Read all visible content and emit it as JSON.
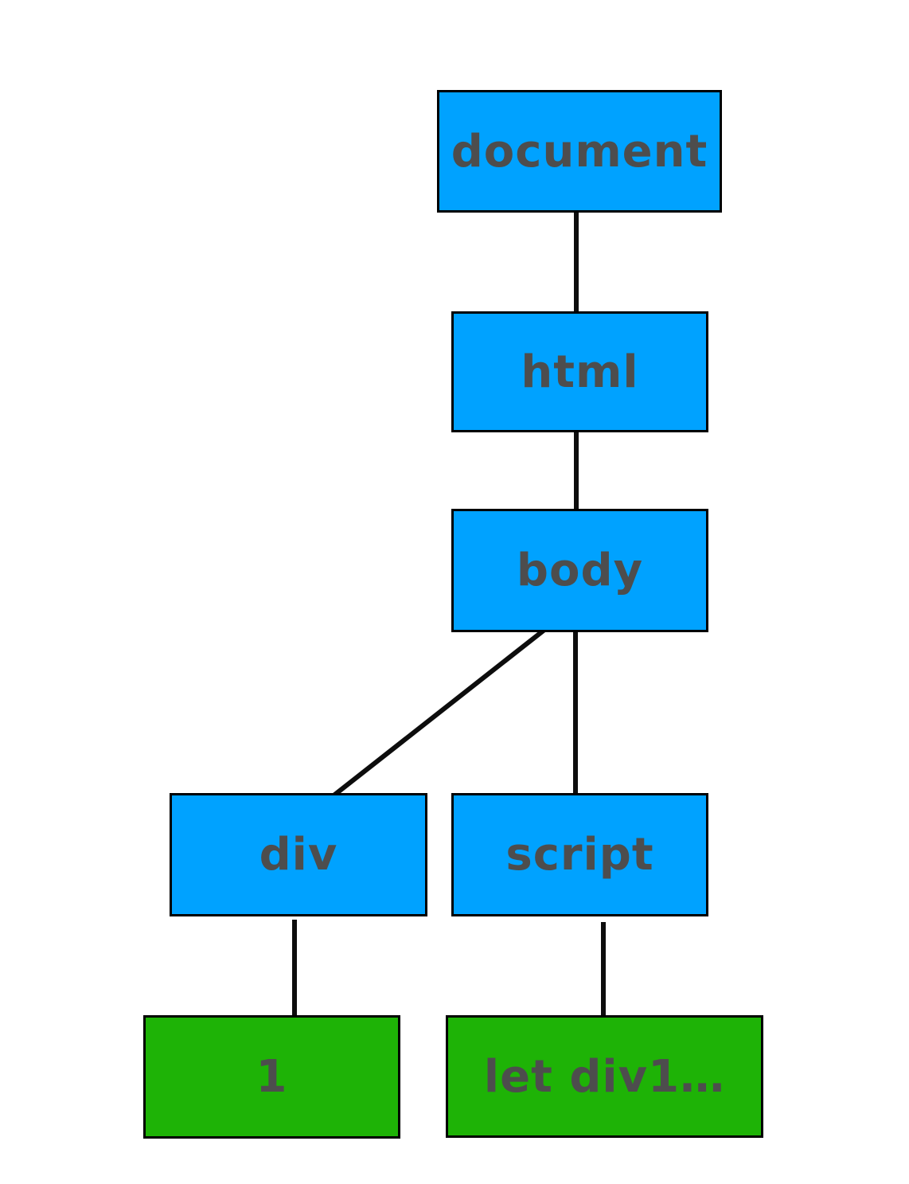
{
  "diagram": {
    "kind": "dom-tree",
    "nodes": {
      "document": {
        "label": "document",
        "type": "element-node"
      },
      "html": {
        "label": "html",
        "type": "element-node"
      },
      "body": {
        "label": "body",
        "type": "element-node"
      },
      "div": {
        "label": "div",
        "type": "element-node"
      },
      "script": {
        "label": "script",
        "type": "element-node"
      },
      "div_text": {
        "label": "1",
        "type": "text-node"
      },
      "script_text": {
        "label": "let div1…",
        "type": "text-node"
      }
    },
    "edges": [
      {
        "from": "document",
        "to": "html"
      },
      {
        "from": "html",
        "to": "body"
      },
      {
        "from": "body",
        "to": "div"
      },
      {
        "from": "body",
        "to": "script"
      },
      {
        "from": "div",
        "to": "div_text"
      },
      {
        "from": "script",
        "to": "script_text"
      }
    ],
    "colors": {
      "element_node_fill": "#00a2ff",
      "text_node_fill": "#1eb306",
      "node_border": "#000000",
      "label_text": "#4d4d4d",
      "connector_line": "#0d0d0d",
      "background": "#ffffff"
    }
  }
}
